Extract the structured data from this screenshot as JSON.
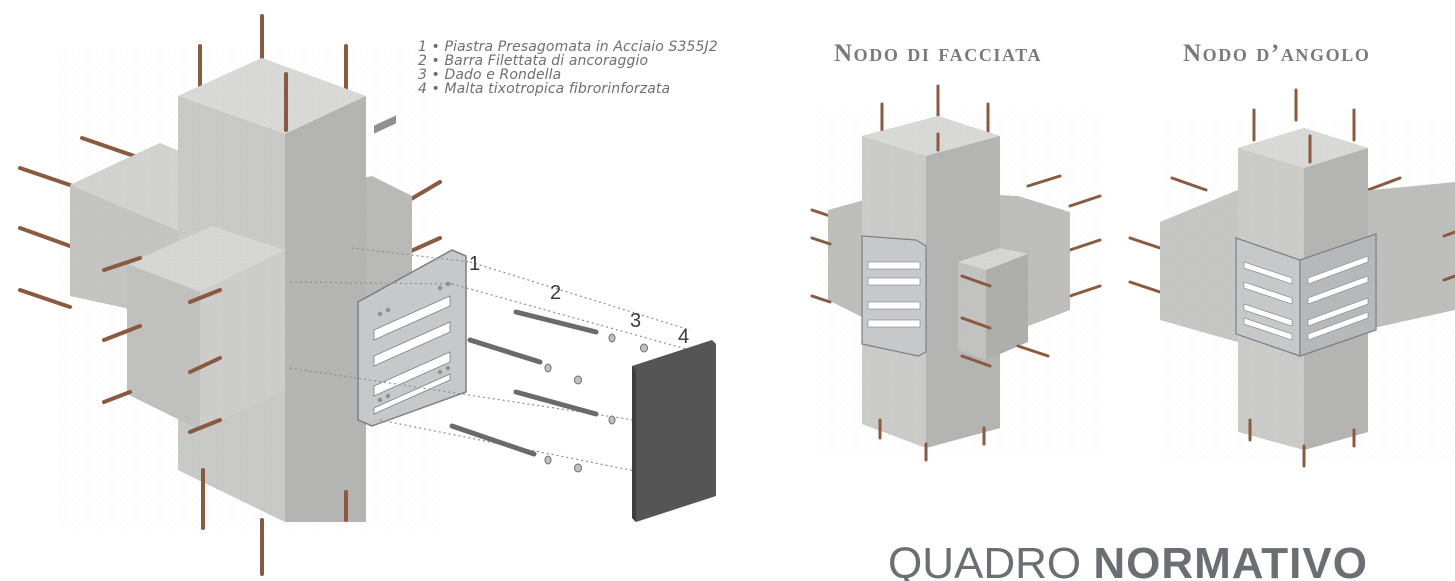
{
  "legend": {
    "items": [
      "1 • Piastra Presagomata in Acciaio S355J2",
      "2 • Barra Filettata di ancoraggio",
      "3 • Dado e Rondella",
      "4 • Malta tixotropica fibrorinforzata"
    ]
  },
  "callouts": [
    "1",
    "2",
    "3",
    "4"
  ],
  "headings": {
    "facade": "Nodo di facciata",
    "corner": "Nodo d’angolo"
  },
  "footer": {
    "regular": "QUADRO ",
    "bold": "NORMATIVO"
  },
  "colors": {
    "concrete_light": "#cfcfcd",
    "concrete_mid": "#bdbdbb",
    "concrete_dark": "#a8a8a6",
    "rebar": "#8a5a40",
    "steel_plate": "#c4c6c8",
    "mortar": "#5a5a5a",
    "text_gray": "#6f6f6f"
  }
}
